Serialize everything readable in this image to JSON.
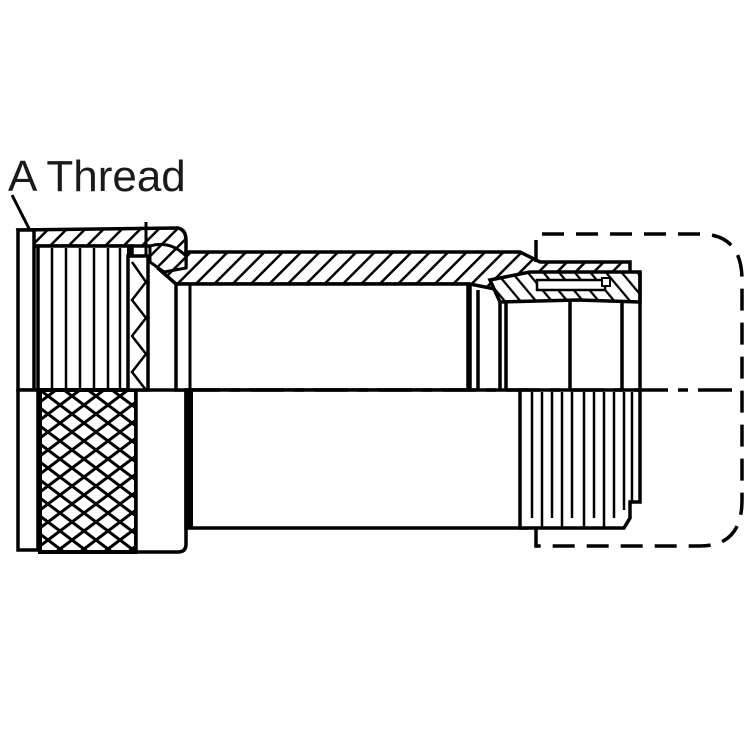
{
  "diagram": {
    "title_label": "A Thread",
    "type": "connector cross-section drawing",
    "parts": [
      "coupling nut (knurled)",
      "backshell body (hatched section)",
      "accessory end (fluted)",
      "optional boot outline (dashed)"
    ],
    "colors": {
      "line": "#000000",
      "background": "#ffffff",
      "label": "#1a1a1a"
    }
  }
}
